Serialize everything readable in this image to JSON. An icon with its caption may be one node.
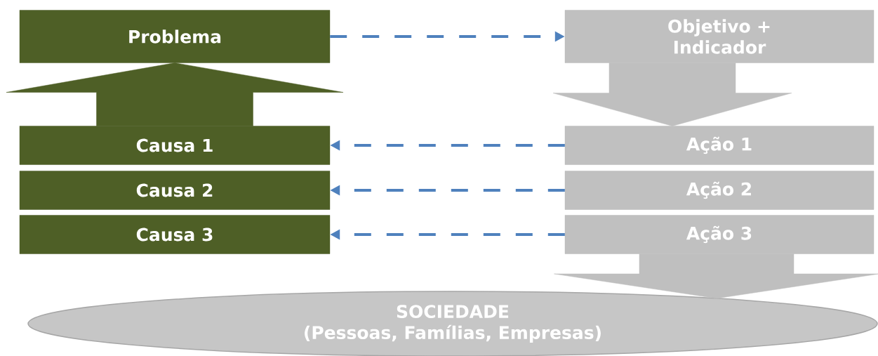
{
  "diagram": {
    "nodes": [
      {
        "text": [
          "Problema"
        ]
      },
      {
        "text": [
          "Objetivo + Indicador"
        ]
      },
      {
        "text": [
          "Causa 1"
        ]
      },
      {
        "text": [
          "Causa 2"
        ]
      },
      {
        "text": [
          "Causa 3"
        ]
      },
      {
        "text": [
          "Ação 1"
        ]
      },
      {
        "text": [
          "Ação 2"
        ]
      },
      {
        "text": [
          "Ação 3"
        ]
      },
      {
        "text": [
          "SOCIEDADE",
          "(Pessoas, Famílias, Empresas)"
        ]
      }
    ],
    "edges": [
      {
        "from": 0,
        "to": 1,
        "arrow": "to",
        "style": "dashed",
        "color": "#4f81bd"
      },
      {
        "from": 1,
        "to": 5,
        "arrow": "to",
        "style": "thick",
        "color": "#bfbfbf"
      },
      {
        "from": 2,
        "to": 0,
        "arrow": "to",
        "style": "thick",
        "color": "#4e5f26"
      },
      {
        "from": 5,
        "to": 2,
        "arrow": "to",
        "style": "dashed",
        "color": "#4f81bd"
      },
      {
        "from": 6,
        "to": 3,
        "arrow": "to",
        "style": "dashed",
        "color": "#4f81bd"
      },
      {
        "from": 7,
        "to": 4,
        "arrow": "to",
        "style": "dashed",
        "color": "#4f81bd"
      },
      {
        "from": 7,
        "to": 8,
        "arrow": "to",
        "style": "thick",
        "color": "#bfbfbf"
      }
    ]
  }
}
